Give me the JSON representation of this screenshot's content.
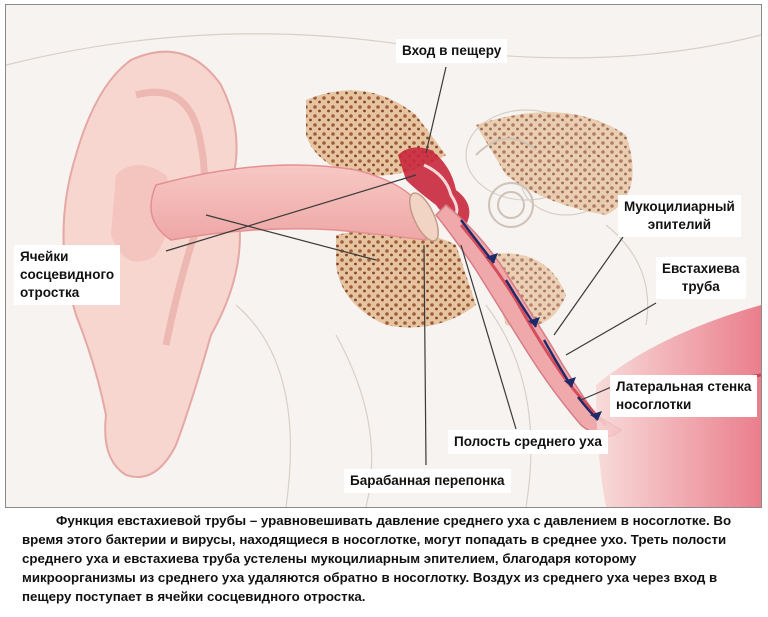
{
  "labels": {
    "vhod_v_peshcheru": "Вход в пещеру",
    "mukociliarny_line1": "Мукоцилиарный",
    "mukociliarny_line2": "эпителий",
    "evstahieva_line1": "Евстахиева",
    "evstahieva_line2": "труба",
    "yacheiki_line1": "Ячейки",
    "yacheiki_line2": "сосцевидного",
    "yacheiki_line3": "отростка",
    "lateralnaya_line1": "Латеральная стенка",
    "lateralnaya_line2": "носоглотки",
    "polost": "Полость среднего уха",
    "barabannaya": "Барабанная перепонка"
  },
  "caption": "Функция евстахиевой трубы – уравновешивать давление среднего уха с давлением в носоглотке. Во время этого бактерии и вирусы, находящиеся в носоглотке, могут попадать в среднее ухо. Треть полости среднего уха и евстахиева труба устелены мукоцилиарным эпителием, благодаря которому микроорганизмы из среднего уха удаляются обратно в носоглотку. Воздух из среднего уха через вход в пещеру поступает в ячейки сосцевидного отростка.",
  "colors": {
    "skin": "#f7d6d0",
    "canal": "#f4b8b5",
    "bone": "#e8c9a8",
    "bone_cells": "#8a4a2e",
    "red": "#c8283c",
    "arrow": "#1c2a6a",
    "leader": "#3a3a3a"
  }
}
